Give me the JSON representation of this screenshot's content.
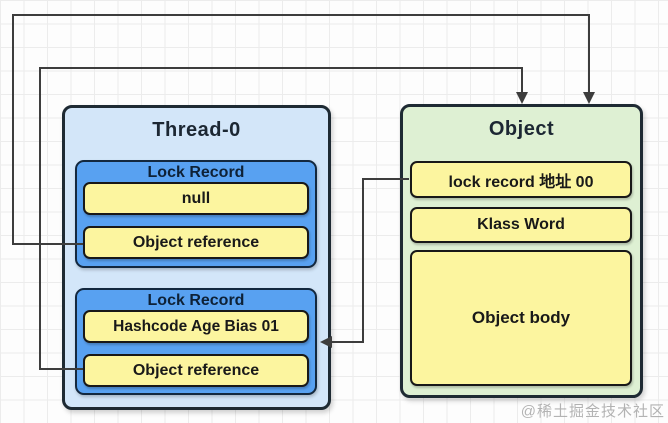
{
  "thread": {
    "title": "Thread-0",
    "lock_records": [
      {
        "header": "Lock Record",
        "fields": [
          "null",
          "Object reference"
        ]
      },
      {
        "header": "Lock Record",
        "fields": [
          "Hashcode Age Bias 01",
          "Object reference"
        ]
      }
    ]
  },
  "object": {
    "title": "Object",
    "fields": [
      "lock record 地址 00",
      "Klass Word",
      "Object body"
    ]
  },
  "watermark": "@稀土掘金技术社区",
  "arrows": [
    {
      "name": "objref1-to-object-top",
      "from": "Lock Record 1 Object reference",
      "to": "Object box top"
    },
    {
      "name": "objref2-to-object-top",
      "from": "Lock Record 2 Object reference",
      "to": "Object box top"
    },
    {
      "name": "mark-word-to-lock-record-2",
      "from": "lock record 地址 00",
      "to": "Lock Record 2 right side"
    }
  ],
  "colors": {
    "thread_fill": "#d3e6f9",
    "lock_record_fill": "#58a1f1",
    "field_fill": "#fcf59f",
    "object_fill": "#def0d3",
    "arrow": "#3d3d3d",
    "grid_line": "#ececec"
  }
}
